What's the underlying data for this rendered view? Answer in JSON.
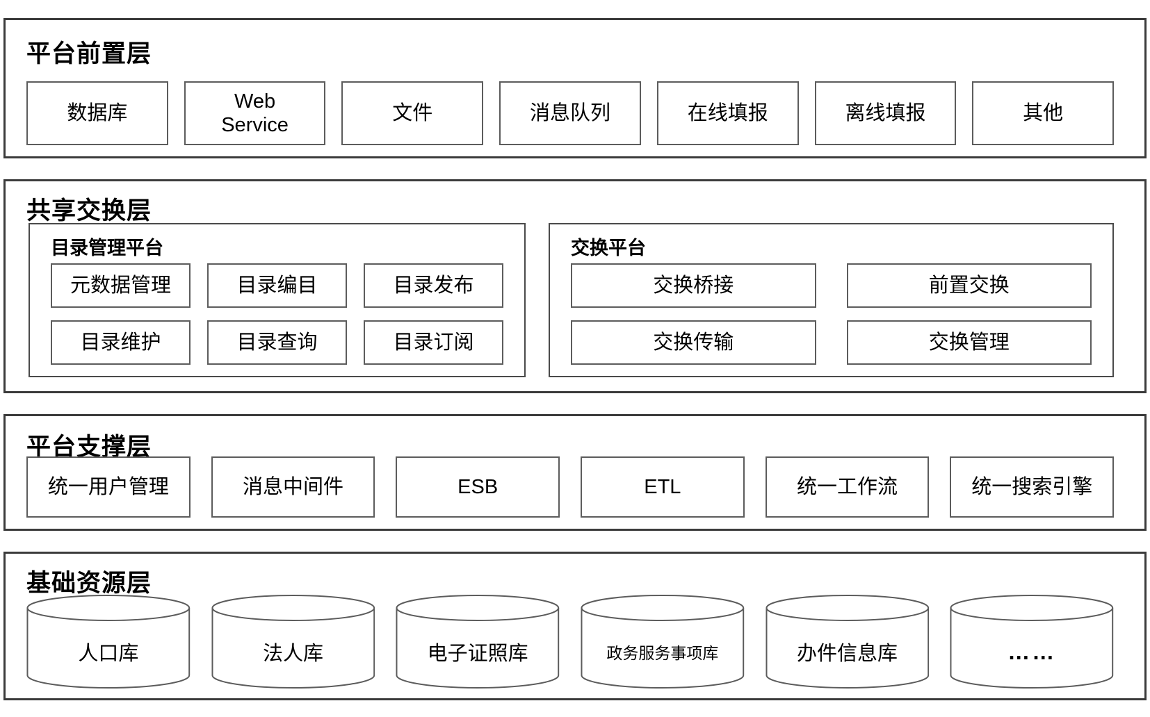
{
  "colors": {
    "background": "#ffffff",
    "layer_border": "#3b3b3b",
    "box_border": "#5c5c5c",
    "text": "#000000"
  },
  "layers": {
    "front": {
      "title": "平台前置层",
      "boxes": [
        "数据库",
        "Web Service",
        "文件",
        "消息队列",
        "在线填报",
        "离线填报",
        "其他"
      ]
    },
    "exchange": {
      "title": "共享交换层",
      "catalog_platform": {
        "title": "目录管理平台",
        "boxes": [
          "元数据管理",
          "目录编目",
          "目录发布",
          "目录维护",
          "目录查询",
          "目录订阅"
        ]
      },
      "exchange_platform": {
        "title": "交换平台",
        "boxes": [
          "交换桥接",
          "前置交换",
          "交换传输",
          "交换管理"
        ]
      }
    },
    "support": {
      "title": "平台支撑层",
      "boxes": [
        "统一用户管理",
        "消息中间件",
        "ESB",
        "ETL",
        "统一工作流",
        "统一搜索引擎"
      ]
    },
    "resource": {
      "title": "基础资源层",
      "databases": [
        "人口库",
        "法人库",
        "电子证照库",
        "政务服务事项库",
        "办件信息库",
        "……"
      ]
    }
  }
}
